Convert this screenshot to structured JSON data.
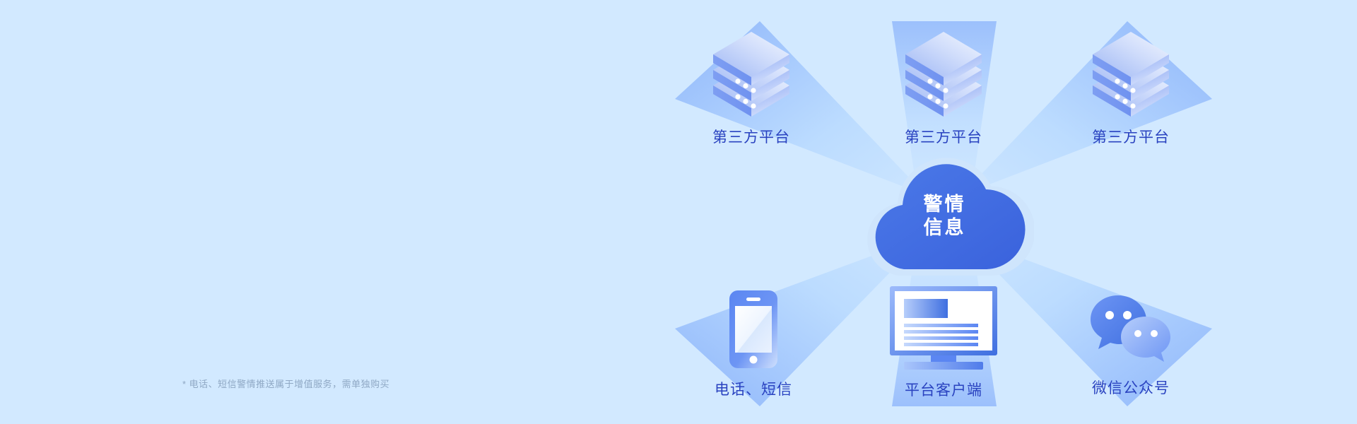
{
  "background_color": "#d2e9ff",
  "accent_color": "#3f6fe0",
  "label_color": "#2a43c0",
  "halo_color": "#cfe5fc",
  "center": {
    "icon": "cloud-icon",
    "line1": "警情",
    "line2": "信息"
  },
  "top_nodes": [
    {
      "icon": "server-stack-icon",
      "label": "第三方平台"
    },
    {
      "icon": "server-stack-icon",
      "label": "第三方平台"
    },
    {
      "icon": "server-stack-icon",
      "label": "第三方平台"
    }
  ],
  "bottom_nodes": [
    {
      "icon": "mobile-phone-icon",
      "label": "电话、短信"
    },
    {
      "icon": "desktop-monitor-icon",
      "label": "平台客户端"
    },
    {
      "icon": "wechat-logo-icon",
      "label": "微信公众号"
    }
  ],
  "footnote": "* 电话、短信警情推送属于增值服务，需单独购买"
}
